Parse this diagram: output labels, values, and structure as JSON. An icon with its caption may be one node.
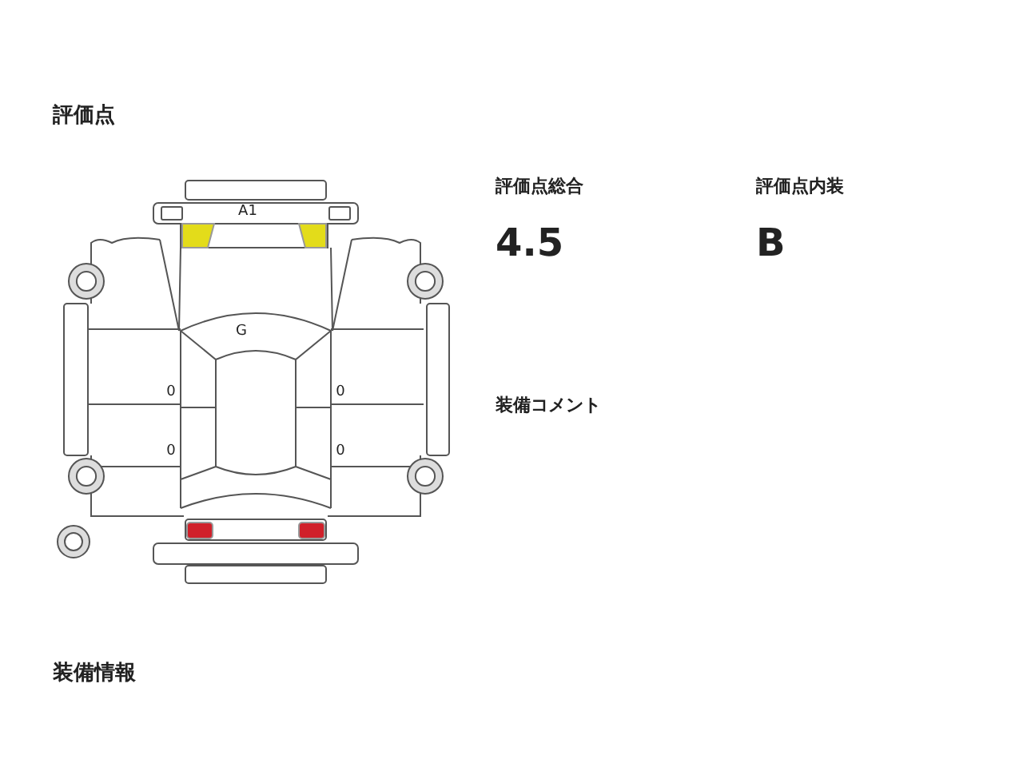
{
  "diagram": {
    "title": "評価点",
    "labels": [
      "A1",
      "G",
      "0",
      "0",
      "0",
      "0",
      "評価点総合",
      "4.5",
      "評価点内装",
      "B",
      "装備コメント",
      "装備情報"
    ]
  }
}
